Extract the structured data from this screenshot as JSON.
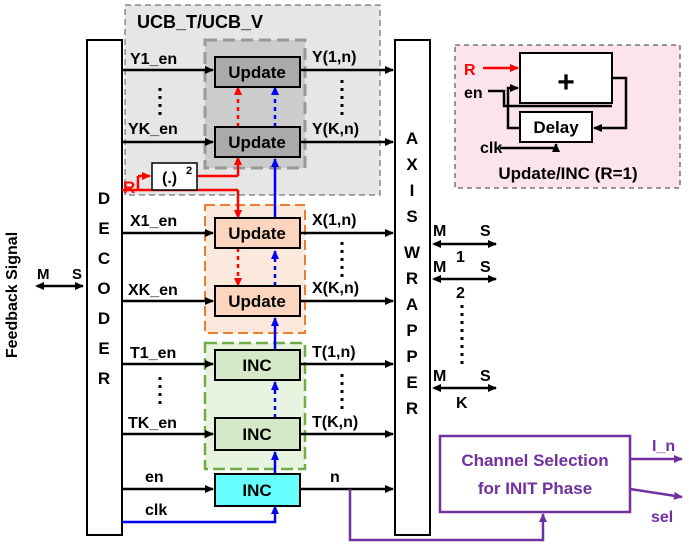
{
  "left_label": "Feedback Signal",
  "ms_left": {
    "m": "M",
    "s": "S"
  },
  "decoder_letters": [
    "D",
    "E",
    "C",
    "O",
    "D",
    "E",
    "R"
  ],
  "wrapper_letters": [
    "A",
    "X",
    "I",
    "S",
    "W",
    "R",
    "A",
    "P",
    "P",
    "E",
    "R"
  ],
  "ucb_group_title": "UCB_T/UCB_V",
  "square_label": "(.)",
  "square_exp": "2",
  "r_label": "R",
  "update_label": "Update",
  "inc_label": "INC",
  "rows": {
    "y1": {
      "en": "Y1_en",
      "out": "Y(1,n)"
    },
    "yk": {
      "en": "YK_en",
      "out": "Y(K,n)"
    },
    "x1": {
      "en": "X1_en",
      "out": "X(1,n)"
    },
    "xk": {
      "en": "XK_en",
      "out": "X(K,n)"
    },
    "t1": {
      "en": "T1_en",
      "out": "T(1,n)"
    },
    "tk": {
      "en": "TK_en",
      "out": "T(K,n)"
    }
  },
  "counter": {
    "en": "en",
    "clk": "clk",
    "out": "n"
  },
  "legend": {
    "r": "R",
    "en": "en",
    "plus": "+",
    "delay": "Delay",
    "clk": "clk",
    "caption": "Update/INC (R=1)"
  },
  "ports": [
    {
      "m": "M",
      "s": "S",
      "num": "1"
    },
    {
      "m": "M",
      "s": "S",
      "num": "2"
    },
    {
      "m": "M",
      "s": "S",
      "num": "K"
    }
  ],
  "channel_sel": {
    "line1": "Channel Selection",
    "line2": "for INIT Phase",
    "out1": "I_n",
    "out2": "sel"
  },
  "colors": {
    "red": "#ff0000",
    "blue": "#0000ee",
    "purple": "#7030a0",
    "orange": "#ed7d31",
    "green": "#70ad47"
  }
}
